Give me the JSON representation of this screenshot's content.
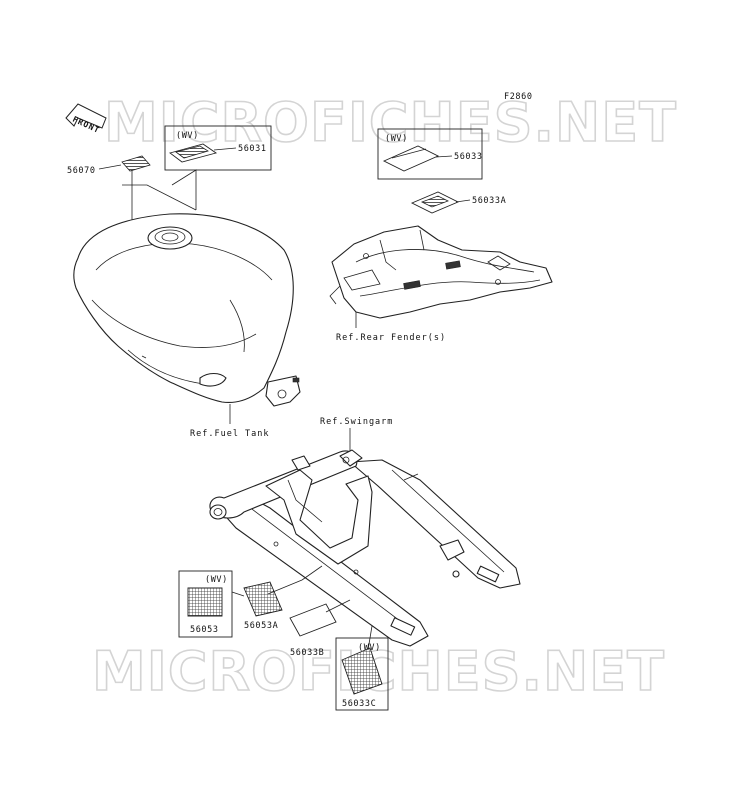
{
  "figure_code": "F2860",
  "watermark_text": "MICROFICHES.NET",
  "front_arrow_text": "FRONT",
  "references": {
    "fuel_tank": "Ref.Fuel Tank",
    "rear_fender": "Ref.Rear Fender(s)",
    "swingarm": "Ref.Swingarm"
  },
  "parts": {
    "p56070": "56070",
    "p56031": "56031",
    "p56031_tag": "(WV)",
    "p56033": "56033",
    "p56033_tag": "(WV)",
    "p56033A": "56033A",
    "p56053": "56053",
    "p56053_tag": "(WV)",
    "p56053A": "56053A",
    "p56033B": "56033B",
    "p56033C": "56033C",
    "p56033C_tag": "(WV)"
  }
}
